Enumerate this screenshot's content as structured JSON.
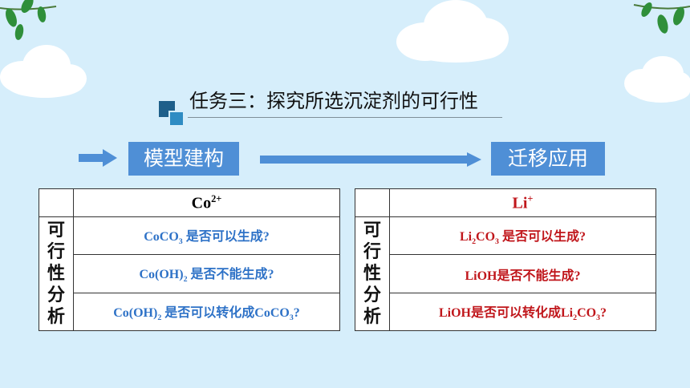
{
  "title": "任务三：探究所选沉淀剂的可行性",
  "labels": {
    "left": "模型建构",
    "right": "迁移应用"
  },
  "side_label": [
    "可",
    "行",
    "性",
    "分",
    "析"
  ],
  "left_table": {
    "header": {
      "base": "Co",
      "sup": "2+"
    },
    "rows": [
      {
        "f1": "CoCO",
        "s1": "3",
        "text": " 是否可以生成?"
      },
      {
        "f1": "Co(OH)",
        "s1": "2",
        "text": " 是否不能生成?"
      },
      {
        "f1": "Co(OH)",
        "s1": "2",
        "text": " 是否可以转化成CoCO",
        "s2": "3",
        "end": "?"
      }
    ]
  },
  "right_table": {
    "header": {
      "base": "Li",
      "sup": "+"
    },
    "rows": [
      {
        "f1": "Li",
        "s1": "2",
        "f2": "CO",
        "s2": "3",
        "text": " 是否可以生成?"
      },
      {
        "f1": "LiOH",
        "text": "是否不能生成?"
      },
      {
        "f1": "LiOH",
        "text": "是否可以转化成Li",
        "s1": "2",
        "f2": "CO",
        "s2": "3",
        "end": "?"
      }
    ]
  },
  "colors": {
    "accent": "#4f8fd6",
    "blue_text": "#2e72c7",
    "red_text": "#c0161b",
    "background": "#d6eefb"
  }
}
